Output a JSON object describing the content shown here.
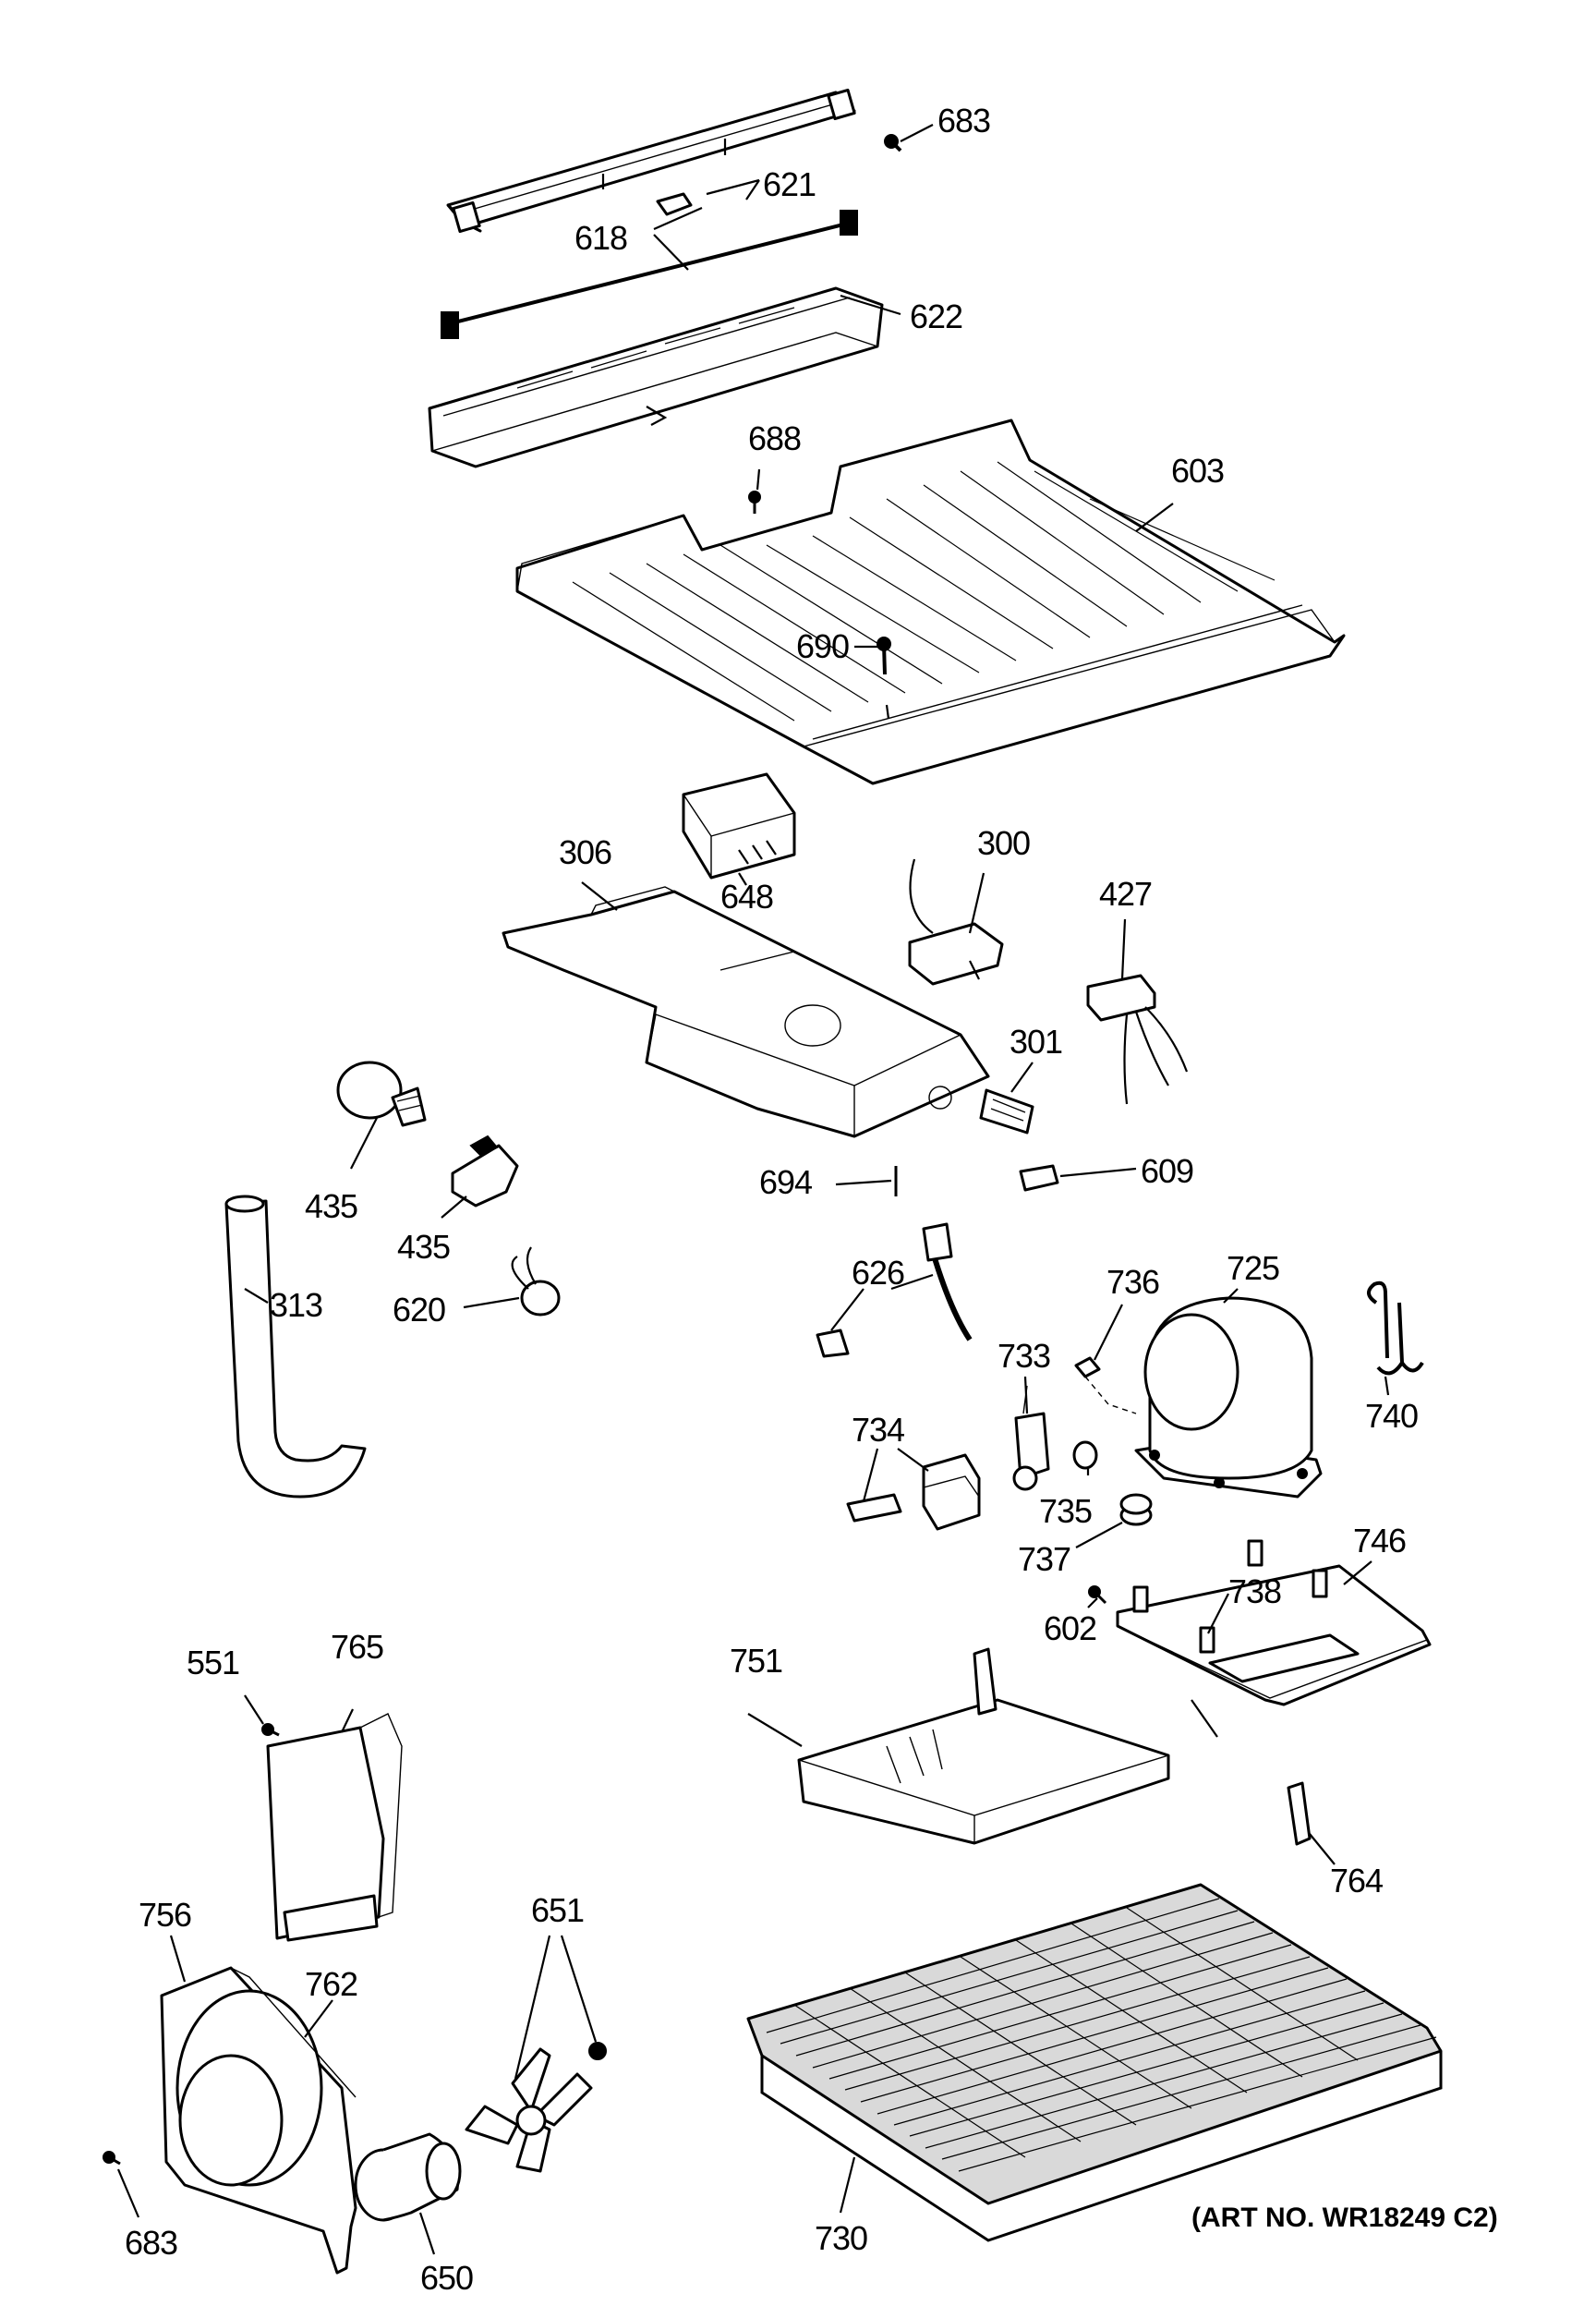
{
  "labels": {
    "p683a": "683",
    "p621": "621",
    "p618": "618",
    "p622": "622",
    "p688": "688",
    "p603": "603",
    "p690": "690",
    "p306": "306",
    "p648": "648",
    "p300": "300",
    "p427": "427",
    "p301": "301",
    "p609": "609",
    "p694": "694",
    "p435a": "435",
    "p435b": "435",
    "p313": "313",
    "p620": "620",
    "p626": "626",
    "p736": "736",
    "p725": "725",
    "p733": "733",
    "p740": "740",
    "p734": "734",
    "p735": "735",
    "p737": "737",
    "p746": "746",
    "p738": "738",
    "p602": "602",
    "p551": "551",
    "p765": "765",
    "p751": "751",
    "p764": "764",
    "p651": "651",
    "p756": "756",
    "p762": "762",
    "p650": "650",
    "p683b": "683",
    "p730": "730"
  },
  "art_number": "(ART NO. WR18249 C2)"
}
